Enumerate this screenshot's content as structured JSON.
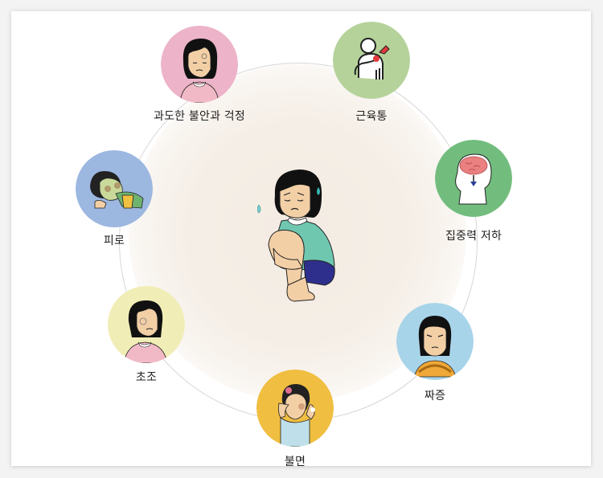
{
  "diagram": {
    "title": "",
    "center": {
      "icon": "crouching-anxious-girl-icon",
      "description": "Girl crouching, hugging knees, sweating"
    },
    "colors": {
      "ring": "#d6d6d6",
      "glow": "#f4ece3",
      "label_text": "#222222"
    },
    "nodes": [
      {
        "id": "anxiety",
        "label": "과도한 불안과 걱정",
        "icon": "worried-girl-icon",
        "color": "#EDB3C8"
      },
      {
        "id": "muscle-pain",
        "label": "근육통",
        "icon": "shoulder-pain-icon",
        "color": "#B5D29A"
      },
      {
        "id": "concentration",
        "label": "집중력 저하",
        "icon": "brain-decline-icon",
        "color": "#72BD7E"
      },
      {
        "id": "irritability",
        "label": "짜증",
        "icon": "irritated-girl-icon",
        "color": "#A8D4EA"
      },
      {
        "id": "insomnia",
        "label": "불면",
        "icon": "sleepless-girl-icon",
        "color": "#F0BE40"
      },
      {
        "id": "restlessness",
        "label": "초조",
        "icon": "nervous-girl-icon",
        "color": "#F1EDB6"
      },
      {
        "id": "fatigue",
        "label": "피로",
        "icon": "exhausted-person-icon",
        "color": "#9CB7E0"
      }
    ]
  }
}
